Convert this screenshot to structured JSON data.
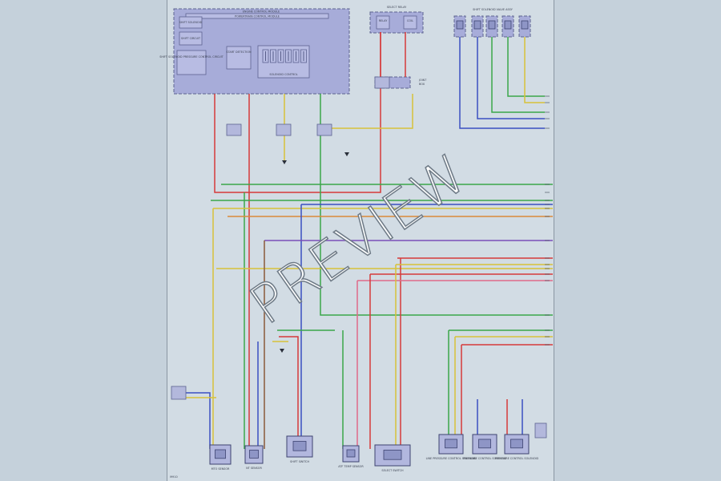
{
  "watermark": {
    "text": "PREVIEW"
  },
  "page_ref": "I9910",
  "colors": {
    "red": "#d63a3a",
    "green": "#3aa64a",
    "yellow": "#d8c23a",
    "blue": "#3b4fc2",
    "orange": "#d98a3a",
    "violet": "#7a4fb8",
    "brown": "#8a5a3a",
    "pink": "#e06a8a",
    "module_fill": "#a7acd9"
  },
  "modules": {
    "engine_control": {
      "title": "ENGINE CONTROL MODULE",
      "subtitle": "POWERTRAIN CONTROL MODULE",
      "blocks": [
        "SHIFT SOLENOID",
        "SHIFT CIRCUIT",
        "SHIFT SOLENOID PRESSURE CONTROL CIRCUIT"
      ],
      "switch_block": "START DETECTION",
      "solenoid_group": "SOLENOID CONTROL"
    },
    "right_relay": {
      "title": "SELECT RELAY",
      "lines": [
        "RELAY",
        "COIL"
      ]
    },
    "junction": {
      "lines": [
        "JOINT",
        "BOX"
      ]
    },
    "shift_solenoids": {
      "title": "SHIFT SOLENOID VALVE ASSY",
      "count": 5
    }
  },
  "bottom_components": [
    {
      "name": "mto-sensor",
      "label": "MTO SENSOR"
    },
    {
      "name": "nt-sensor",
      "label": "NT SENSOR"
    },
    {
      "name": "shift-switch",
      "label": "SHIFT SWITCH"
    },
    {
      "name": "atf-temp",
      "label": "ATF TEMP SENSOR"
    },
    {
      "name": "select-switch",
      "label": "SELECT SWITCH"
    },
    {
      "name": "lpc-solenoid",
      "label": "LINE PRESSURE CONTROL SOLENOID"
    },
    {
      "name": "sl1-solenoid",
      "label": "PRESSURE CONTROL SOLENOID"
    },
    {
      "name": "sl2-solenoid",
      "label": "PRESSURE CONTROL SOLENOID"
    }
  ]
}
